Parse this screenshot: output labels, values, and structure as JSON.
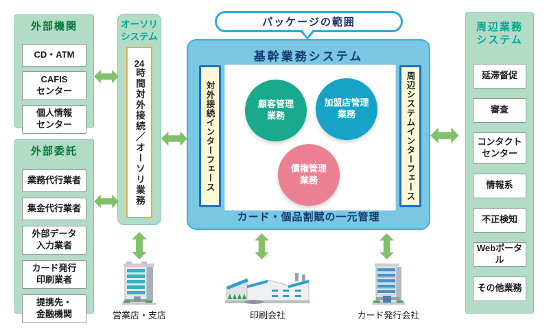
{
  "bubble": {
    "label": "パッケージの範囲"
  },
  "panels": {
    "external_orgs": {
      "title": "外部機関",
      "items": [
        "CD・ATM",
        "CAFIS\nセンター",
        "個人情報\nセンター"
      ]
    },
    "outsourcing": {
      "title": "外部委託",
      "items": [
        "業務代行業者",
        "集金代行業者",
        "外部データ\n入力業者",
        "カード発行\n印刷業者",
        "提携先・\n金融機関"
      ]
    },
    "authori": {
      "title": "オーソリ\nシステム",
      "bar_label": "24時間対外接続／オーソリ業務"
    },
    "peripheral": {
      "title": "周辺業務\nシステム",
      "items": [
        "延滞督促",
        "審査",
        "コンタクト\nセンター",
        "情報系",
        "不正検知",
        "Webポータル",
        "その他業務"
      ]
    }
  },
  "core": {
    "title": "基幹業務システム",
    "left_interface": "対外接続インターフェース",
    "right_interface": "周辺システムインターフェース",
    "circles": [
      {
        "label": "顧客管理\n業務",
        "color": "#19a98c"
      },
      {
        "label": "加盟店管理\n業務",
        "color": "#16a3c7"
      },
      {
        "label": "債権管理\n業務",
        "color": "#ec8093"
      }
    ],
    "footer": "カード・個品割賦の一元管理"
  },
  "buildings": [
    {
      "label": "営業店・支店",
      "icon": "office-building-icon"
    },
    {
      "label": "印刷会社",
      "icon": "factory-icon"
    },
    {
      "label": "カード発行会社",
      "icon": "tall-building-icon"
    }
  ],
  "colors": {
    "panel_bg": "#b3dcc6",
    "panel_border": "#8cc7a8",
    "title_dark_green": "#00793a",
    "title_teal": "#00a896",
    "arrow_green": "#82c169",
    "core_bg": "#79c7e2",
    "core_border": "#3fb0d8",
    "core_text": "#14386e",
    "interface_bg": "#fdf9d6",
    "interface_border": "#1b6fc2",
    "authori_bar_border": "#f3a840",
    "bubble_border": "#2ba9da"
  }
}
